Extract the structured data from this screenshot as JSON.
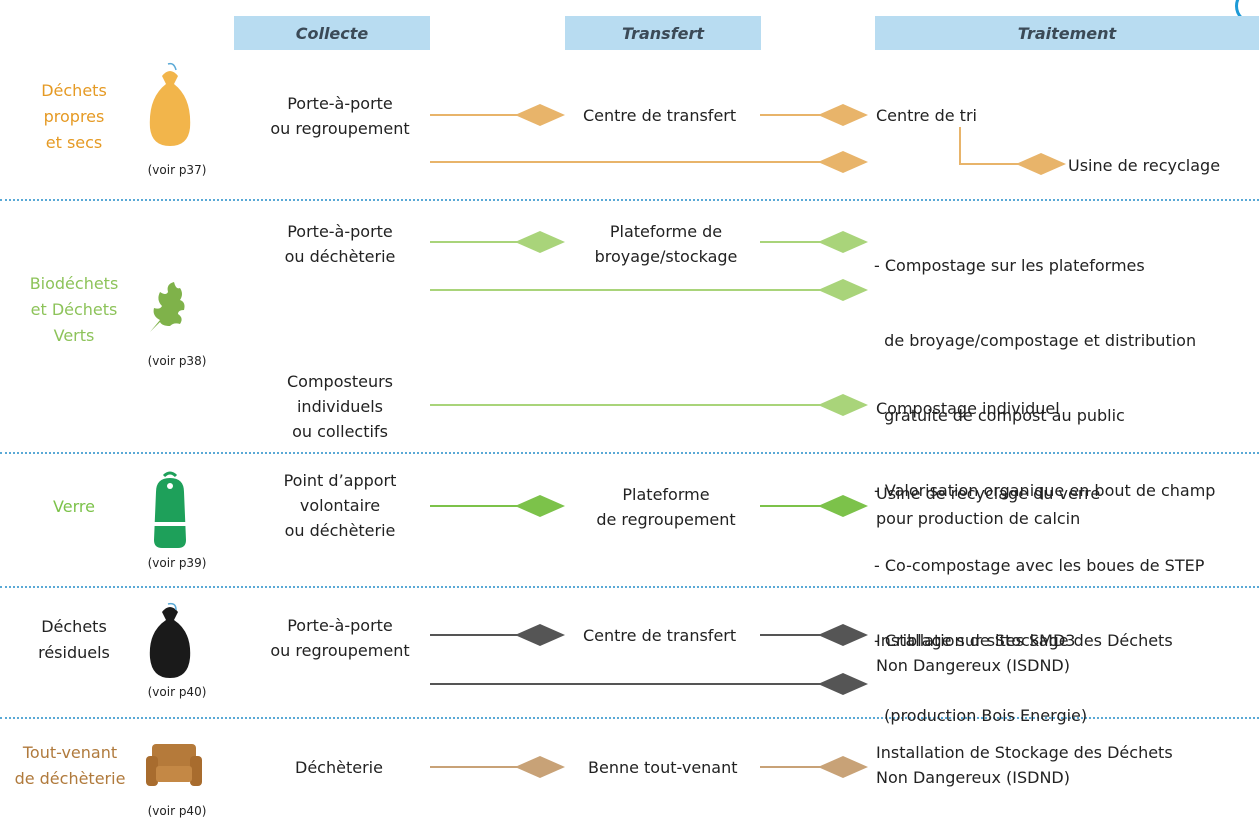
{
  "headers": {
    "collecte": "Collecte",
    "transfert": "Transfert",
    "traitement": "Traitement"
  },
  "colors": {
    "orange": "#e8b46a",
    "orange_text": "#e59a24",
    "green": "#a9d47a",
    "green_text": "#8dc35a",
    "verre_green": "#7cc24a",
    "verre_icon": "#1ea05a",
    "dark": "#555555",
    "brown": "#c8a277",
    "brown_text": "#b07a3c",
    "separator": "#5aa9d6",
    "header_bg": "#b8dcf1"
  },
  "rows": {
    "propres": {
      "category_lines": [
        "Déchets",
        "propres",
        "et secs"
      ],
      "voir": "(voir p37)",
      "collecte": [
        "Porte-à-porte",
        "ou regroupement"
      ],
      "transfert": "Centre de transfert",
      "traitement": "Centre de tri",
      "traitement2": "Usine de recyclage"
    },
    "bio": {
      "category_lines": [
        "Biodéchets",
        "et Déchets",
        "Verts"
      ],
      "voir": "(voir p38)",
      "collecte": [
        "Porte-à-porte",
        "ou déchèterie"
      ],
      "transfert": [
        "Plateforme de",
        "broyage/stockage"
      ],
      "traitement": [
        "- Compostage sur les plateformes",
        "  de broyage/compostage et distribution",
        "  gratuite de compost au public",
        "- Valorisation organique en bout de champ",
        "- Co-compostage avec les boues de STEP",
        "- Criblage sur sites SMD3",
        "  (production Bois Energie)"
      ],
      "collecte2": [
        "Composteurs",
        "individuels",
        "ou collectifs"
      ],
      "traitement2": "Compostage individuel"
    },
    "verre": {
      "category_lines": [
        "Verre"
      ],
      "voir": "(voir p39)",
      "collecte": [
        "Point d’apport",
        "volontaire",
        "ou déchèterie"
      ],
      "transfert": [
        "Plateforme",
        "de regroupement"
      ],
      "traitement": [
        "Usine de recyclage du verre",
        "pour production de calcin"
      ]
    },
    "residuels": {
      "category_lines": [
        "Déchets",
        "résiduels"
      ],
      "voir": "(voir p40)",
      "collecte": [
        "Porte-à-porte",
        "ou regroupement"
      ],
      "transfert": "Centre de transfert",
      "traitement": [
        "Installation de Stockage des Déchets",
        "Non Dangereux (ISDND)"
      ]
    },
    "toutvenant": {
      "category_lines": [
        "Tout-venant",
        "de déchèterie"
      ],
      "voir": "(voir p40)",
      "collecte": "Déchèterie",
      "transfert": "Benne tout-venant",
      "traitement": [
        "Installation de Stockage des Déchets",
        "Non Dangereux (ISDND)"
      ]
    }
  }
}
